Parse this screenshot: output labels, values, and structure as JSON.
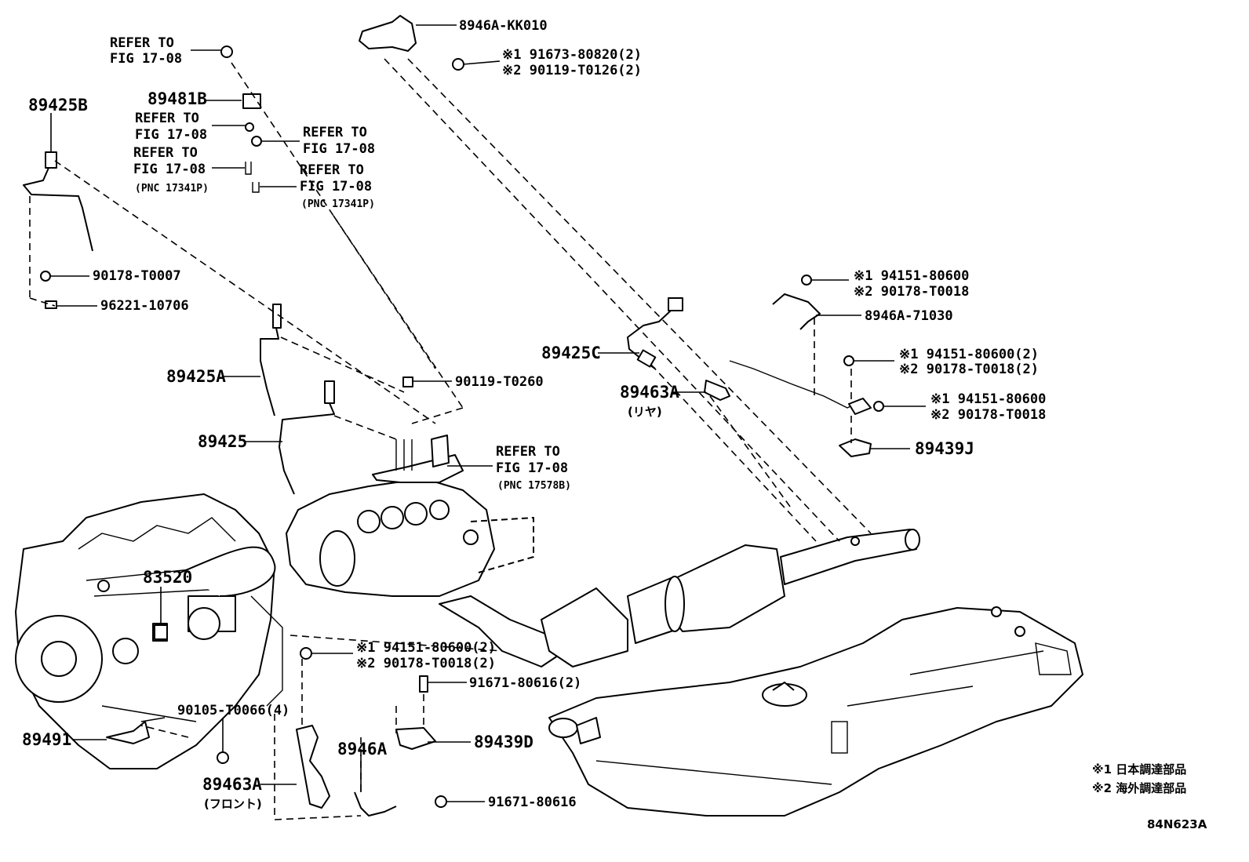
{
  "diagram_code": "84N623A",
  "notes": {
    "n1": "※1 日本調達部品",
    "n2": "※2 海外調達部品"
  },
  "labels": {
    "p8946A_KK010": "8946A-KK010",
    "p191673": "※1 91673-80820(2)",
    "p290119_T0126": "※2 90119-T0126(2)",
    "ref_top_a": "REFER TO",
    "ref_top_b": "FIG 17-08",
    "p89425B": "89425B",
    "p89481B": "89481B",
    "ref2_a": "REFER TO",
    "ref2_b": "FIG 17-08",
    "ref3_a": "REFER TO",
    "ref3_b": "FIG 17-08",
    "ref3_c": "(PNC 17341P)",
    "ref4_a": "REFER TO",
    "ref4_b": "FIG 17-08",
    "ref5_a": "REFER TO",
    "ref5_b": "FIG 17-08",
    "ref5_c": "(PNC 17341P)",
    "p90178_T0007": "90178-T0007",
    "p96221_10706": "96221-10706",
    "p89425A": "89425A",
    "p90119_T0260": "90119-T0260",
    "p89425": "89425",
    "ref6_a": "REFER TO",
    "ref6_b": "FIG 17-08",
    "ref6_c": "(PNC 17578B)",
    "p89425C": "89425C",
    "p89463A_r": "89463A",
    "p89463A_r_sub": "(リヤ)",
    "p194151_a": "※1 94151-80600",
    "p290178_T0018_a": "※2 90178-T0018",
    "p8946A_71030": "8946A-71030",
    "p194151_b": "※1 94151-80600(2)",
    "p290178_T0018_b": "※2 90178-T0018(2)",
    "p194151_c": "※1 94151-80600",
    "p290178_T0018_c": "※2 90178-T0018",
    "p89439J": "89439J",
    "p83520": "83520",
    "p194151_d": "※1 94151-80600(2)",
    "p290178_T0018_d": "※2 90178-T0018(2)",
    "p91671_80616_2": "91671-80616(2)",
    "p90105_T0066": "90105-T0066(4)",
    "p89491": "89491",
    "p89439D": "89439D",
    "p8946A": "8946A",
    "p89463A_f": "89463A",
    "p89463A_f_sub": "(フロント)",
    "p91671_80616": "91671-80616"
  }
}
